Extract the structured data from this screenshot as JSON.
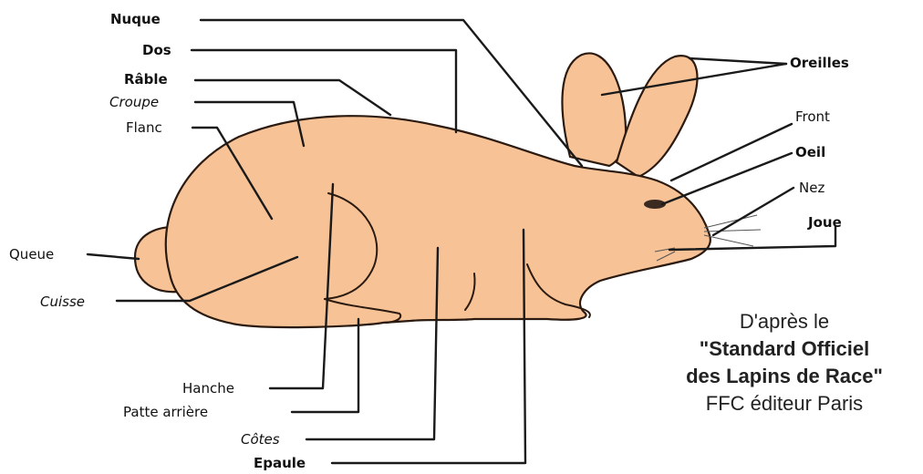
{
  "colors": {
    "fur": "#f6c296",
    "outline": "#2b1a10",
    "text": "#111111"
  },
  "labels": {
    "nuque": "Nuque",
    "dos": "Dos",
    "rable": "Râble",
    "croupe": "Croupe",
    "flanc": "Flanc",
    "queue": "Queue",
    "cuisse": "Cuisse",
    "hanche": "Hanche",
    "patte_arriere": "Patte arrière",
    "cotes": "Côtes",
    "epaule": "Epaule",
    "oreilles": "Oreilles",
    "front": "Front",
    "oeil": "Oeil",
    "nez": "Nez",
    "joue": "Joue"
  },
  "source": {
    "line1": "D'après le",
    "line2": "\"Standard Officiel",
    "line3": "des Lapins de Race\"",
    "line4": "FFC éditeur Paris"
  }
}
